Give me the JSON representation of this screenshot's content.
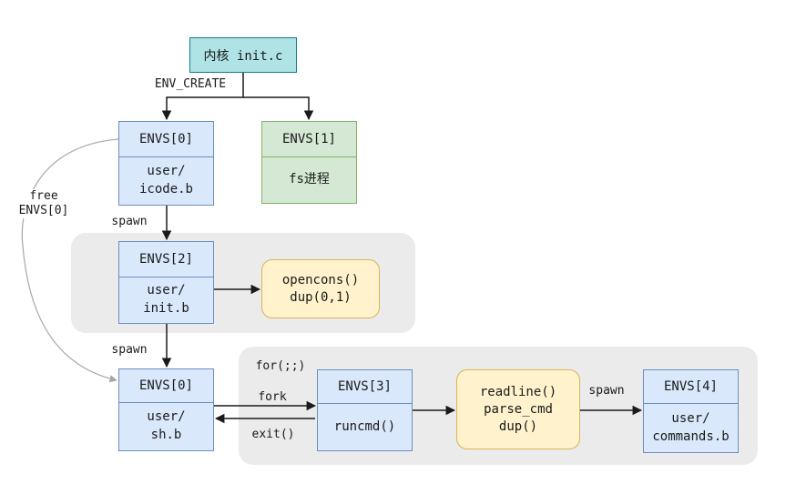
{
  "kernel": {
    "label": "内核 init.c"
  },
  "edges": {
    "env_create": "ENV_CREATE",
    "free_envs": "free\nENVS[0]",
    "spawn_1": "spawn",
    "spawn_2": "spawn",
    "for_loop": "for(;;)",
    "fork": "fork",
    "exit": "exit()",
    "spawn_3": "spawn"
  },
  "boxes": {
    "env0_top": {
      "header": "ENVS[0]",
      "body": "user/\nicode.b"
    },
    "env1": {
      "header": "ENVS[1]",
      "body": "fs进程"
    },
    "env2": {
      "header": "ENVS[2]",
      "body": "user/\ninit.b"
    },
    "env0_bottom": {
      "header": "ENVS[0]",
      "body": "user/\nsh.b"
    },
    "env3": {
      "header": "ENVS[3]",
      "body": "runcmd()"
    },
    "env4": {
      "header": "ENVS[4]",
      "body": "user/\ncommands.b"
    }
  },
  "notes": {
    "opencons": "opencons()\ndup(0,1)",
    "readline": "readline()\nparse_cmd\ndup()"
  },
  "colors": {
    "kernel_fill": "#b0e3e6",
    "env_fill": "#dae8fc",
    "fs_fill": "#d5e8d4",
    "note_fill": "#fff2cc",
    "group_fill": "#ebebeb"
  }
}
